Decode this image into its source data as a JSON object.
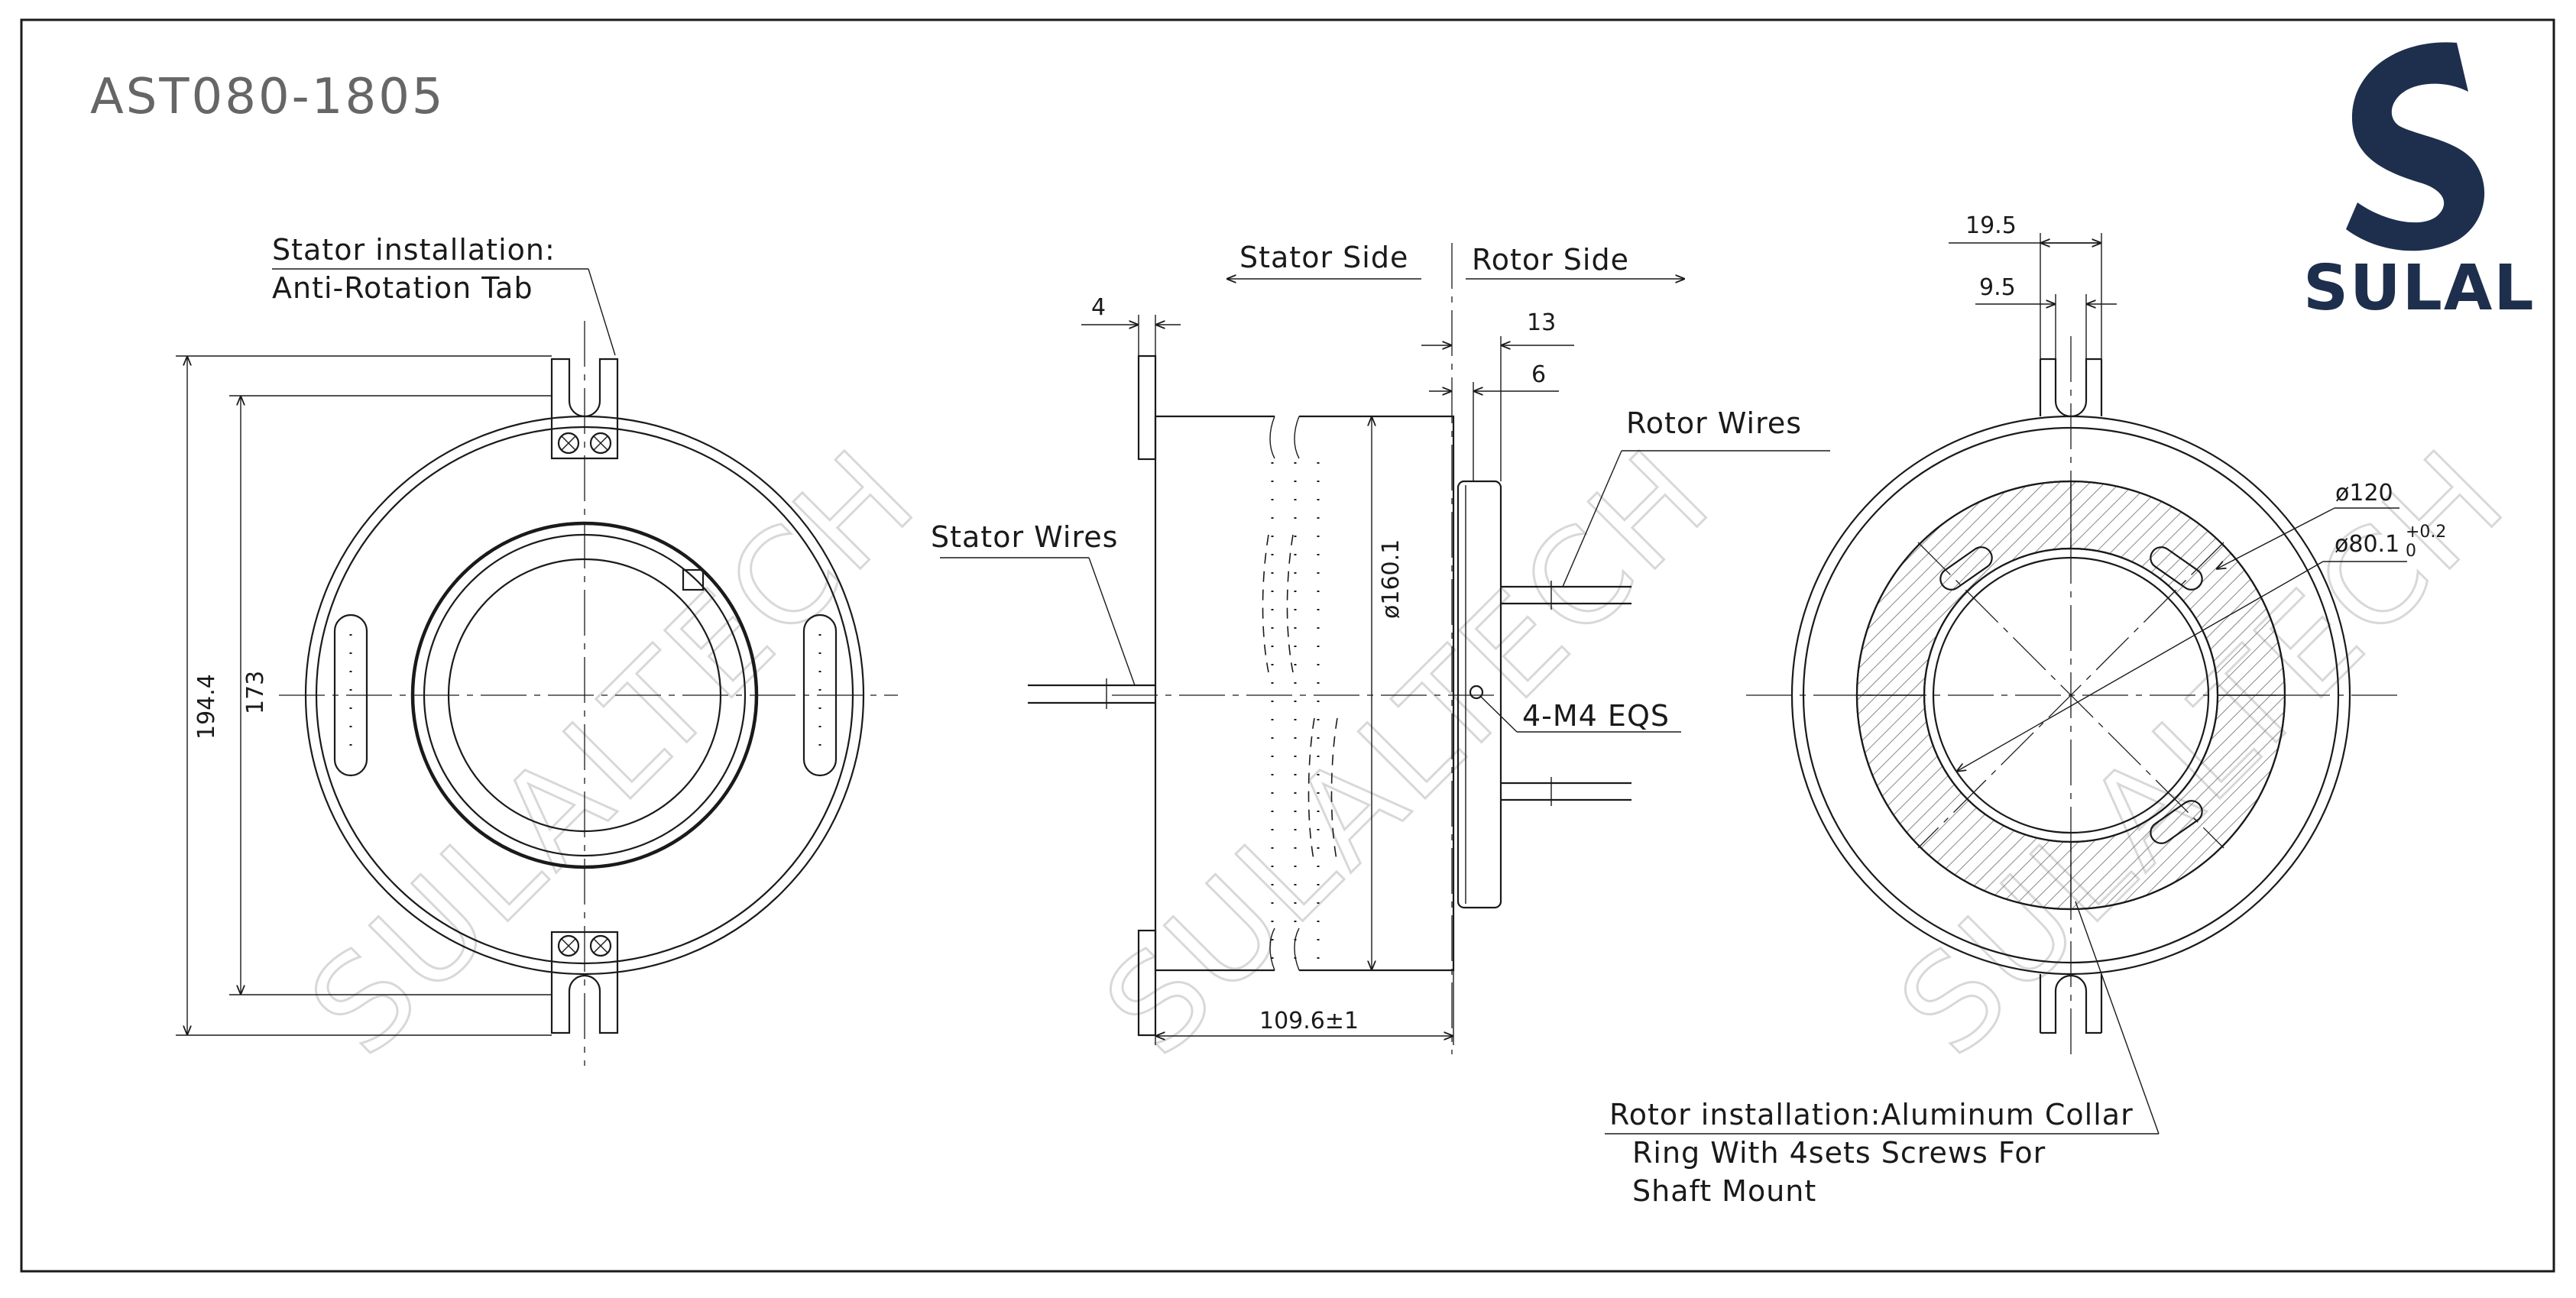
{
  "title": "AST080-1805",
  "logo": {
    "text": "SULAL",
    "color": "#1d2f4d",
    "icon": "s-logo-icon"
  },
  "watermark": "SULALTECH",
  "front_view": {
    "stator_note_line1": "Stator installation:",
    "stator_note_line2": "Anti-Rotation Tab",
    "dim_outer": "194.4",
    "dim_inner": "173"
  },
  "side_view": {
    "stator_side": "Stator Side",
    "rotor_side": "Rotor Side",
    "dim_flange": "4",
    "dim_13": "13",
    "dim_6": "6",
    "dim_dia": "ø160.1",
    "dim_length": "109.6±1",
    "rotor_wires": "Rotor Wires",
    "stator_wires": "Stator Wires",
    "thread": "4-M4 EQS"
  },
  "rear_view": {
    "dim_19_5": "19.5",
    "dim_9_5": "9.5",
    "dim_120": "ø120",
    "dim_80_base": "ø80.1",
    "dim_80_tol_upper": "+0.2",
    "dim_80_tol_lower": "0",
    "rotor_note_line1": "Rotor installation:Aluminum Collar",
    "rotor_note_line2": "Ring With 4sets Screws For",
    "rotor_note_line3": "Shaft Mount"
  }
}
